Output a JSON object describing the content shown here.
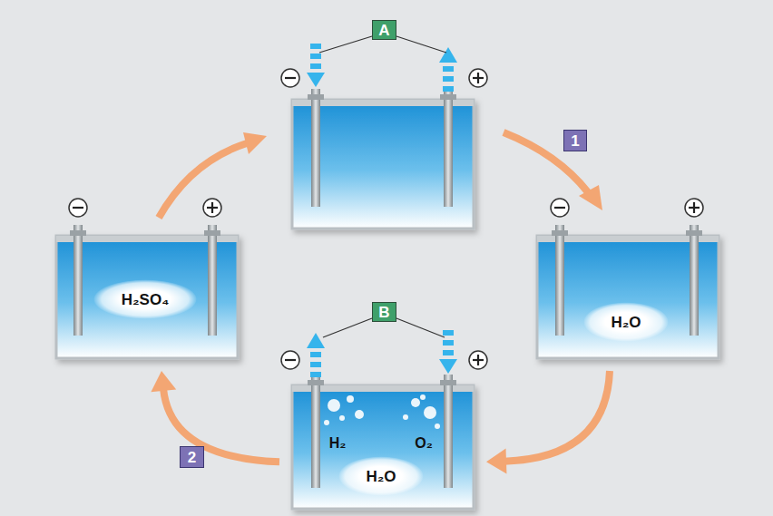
{
  "diagram": {
    "nodes": [
      {
        "text": [
          "A"
        ]
      },
      {
        "text": [
          "1"
        ]
      },
      {
        "text": [
          "H₂SO₄"
        ]
      },
      {
        "text": [
          "H₂O"
        ]
      },
      {
        "text": [
          "B"
        ]
      },
      {
        "text": [
          "H₂",
          "O₂",
          "H₂O"
        ]
      },
      {
        "text": [
          "2"
        ]
      }
    ],
    "edges": [
      {
        "from": 3,
        "to": 5,
        "arrow": "to"
      },
      {
        "from": 5,
        "to": 2,
        "arrow": "to"
      }
    ]
  }
}
